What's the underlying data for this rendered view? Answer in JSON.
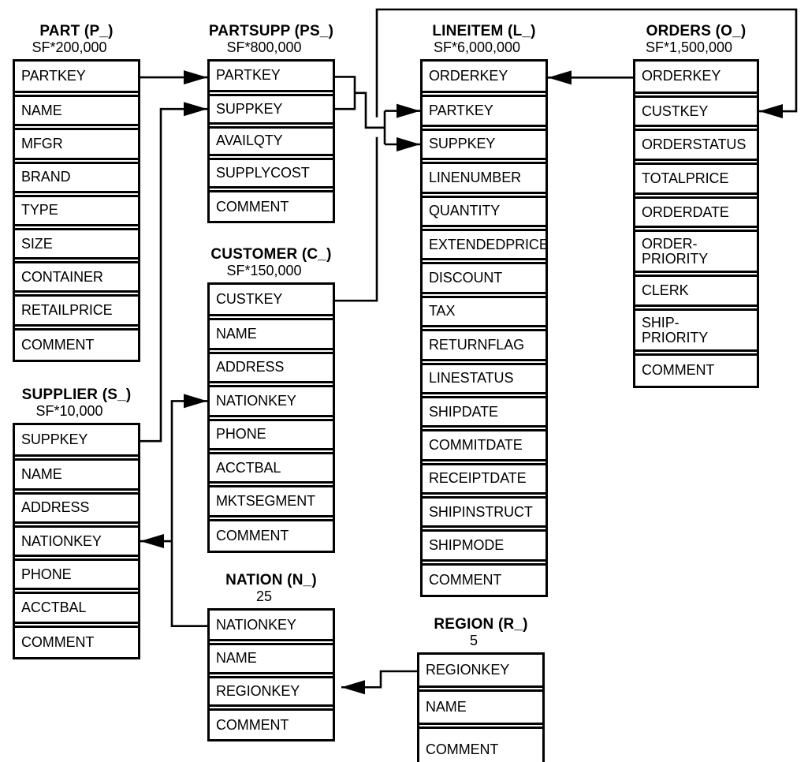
{
  "tables": {
    "part": {
      "title": "PART (P_)",
      "cardinality": "SF*200,000",
      "fields": [
        "PARTKEY",
        "NAME",
        "MFGR",
        "BRAND",
        "TYPE",
        "SIZE",
        "CONTAINER",
        "RETAILPRICE",
        "COMMENT"
      ]
    },
    "partsupp": {
      "title": "PARTSUPP (PS_)",
      "cardinality": "SF*800,000",
      "fields": [
        "PARTKEY",
        "SUPPKEY",
        "AVAILQTY",
        "SUPPLYCOST",
        "COMMENT"
      ]
    },
    "customer": {
      "title": "CUSTOMER (C_)",
      "cardinality": "SF*150,000",
      "fields": [
        "CUSTKEY",
        "NAME",
        "ADDRESS",
        "NATIONKEY",
        "PHONE",
        "ACCTBAL",
        "MKTSEGMENT",
        "COMMENT"
      ]
    },
    "supplier": {
      "title": "SUPPLIER (S_)",
      "cardinality": "SF*10,000",
      "fields": [
        "SUPPKEY",
        "NAME",
        "ADDRESS",
        "NATIONKEY",
        "PHONE",
        "ACCTBAL",
        "COMMENT"
      ]
    },
    "nation": {
      "title": "NATION (N_)",
      "cardinality": "25",
      "fields": [
        "NATIONKEY",
        "NAME",
        "REGIONKEY",
        "COMMENT"
      ]
    },
    "region": {
      "title": "REGION (R_)",
      "cardinality": "5",
      "fields": [
        "REGIONKEY",
        "NAME",
        "COMMENT"
      ]
    },
    "lineitem": {
      "title": "LINEITEM (L_)",
      "cardinality": "SF*6,000,000",
      "fields": [
        "ORDERKEY",
        "PARTKEY",
        "SUPPKEY",
        "LINENUMBER",
        "QUANTITY",
        "EXTENDEDPRICE",
        "DISCOUNT",
        "TAX",
        "RETURNFLAG",
        "LINESTATUS",
        "SHIPDATE",
        "COMMITDATE",
        "RECEIPTDATE",
        "SHIPINSTRUCT",
        "SHIPMODE",
        "COMMENT"
      ]
    },
    "orders": {
      "title": "ORDERS (O_)",
      "cardinality": "SF*1,500,000",
      "fields": [
        "ORDERKEY",
        "CUSTKEY",
        "ORDERSTATUS",
        "TOTALPRICE",
        "ORDERDATE",
        "ORDER-\nPRIORITY",
        "CLERK",
        "SHIP-\nPRIORITY",
        "COMMENT"
      ]
    }
  },
  "relations": [
    {
      "id": "part-partsupp",
      "from": "PART.PARTKEY",
      "to": "PARTSUPP.PARTKEY"
    },
    {
      "id": "supplier-partsupp",
      "from": "SUPPLIER.SUPPKEY",
      "to": "PARTSUPP.SUPPKEY"
    },
    {
      "id": "partsupp-lineitem-partkey",
      "from": "PARTSUPP.PARTKEY",
      "to": "LINEITEM.PARTKEY"
    },
    {
      "id": "partsupp-lineitem-suppkey",
      "from": "PARTSUPP.SUPPKEY",
      "to": "LINEITEM.SUPPKEY"
    },
    {
      "id": "orders-lineitem",
      "from": "ORDERS.ORDERKEY",
      "to": "LINEITEM.ORDERKEY"
    },
    {
      "id": "customer-orders",
      "from": "CUSTOMER.CUSTKEY",
      "to": "ORDERS.CUSTKEY"
    },
    {
      "id": "nation-customer",
      "from": "NATION.NATIONKEY",
      "to": "CUSTOMER.NATIONKEY"
    },
    {
      "id": "nation-supplier",
      "from": "NATION.NATIONKEY",
      "to": "SUPPLIER.NATIONKEY"
    },
    {
      "id": "region-nation",
      "from": "REGION.REGIONKEY",
      "to": "NATION.REGIONKEY"
    }
  ],
  "colors": {
    "line": "#000000",
    "text": "#000000",
    "background": "#ffffff"
  }
}
